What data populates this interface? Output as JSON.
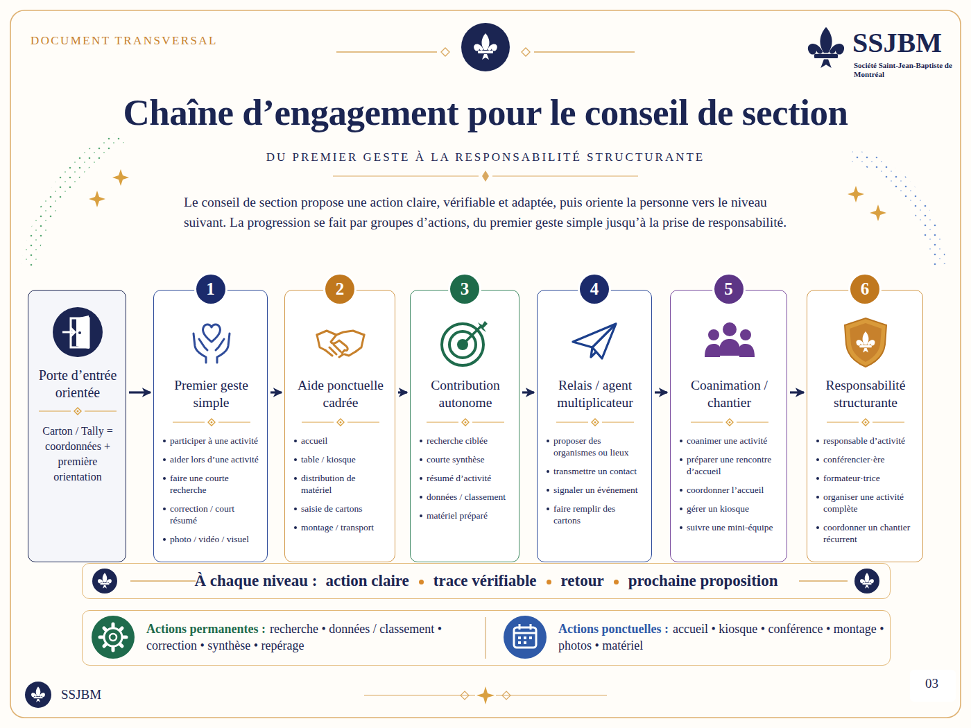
{
  "diagram": {
    "title": "Chaîne d’engagement pour le conseil de section",
    "nodes": [
      {
        "text": [
          "Porte d’entrée orientée",
          "Carton / Tally = coordonnées + première orientation"
        ]
      },
      {
        "text": [
          "1",
          "Premier geste simple",
          "participer à une activité",
          "aider lors d’une activité",
          "faire une courte recherche",
          "correction / court résumé",
          "photo / vidéo / visuel"
        ]
      },
      {
        "text": [
          "2",
          "Aide ponctuelle cadrée",
          "accueil",
          "table / kiosque",
          "distribution de matériel",
          "saisie de cartons",
          "montage / transport"
        ]
      },
      {
        "text": [
          "3",
          "Contribution autonome",
          "recherche ciblée",
          "courte synthèse",
          "résumé d’activité",
          "données / classement",
          "matériel préparé"
        ]
      },
      {
        "text": [
          "4",
          "Relais / agent multiplicateur",
          "proposer des organismes ou lieux",
          "transmettre un contact",
          "signaler un événement",
          "faire remplir des cartons"
        ]
      },
      {
        "text": [
          "5",
          "Coanimation / chantier",
          "coanimer une activité",
          "préparer une rencontre d’accueil",
          "coordonner l’accueil",
          "gérer un kiosque",
          "suivre une mini-équipe"
        ]
      },
      {
        "text": [
          "6",
          "Responsabilité structurante",
          "responsable d’activité",
          "conférencier·ère",
          "formateur·trice",
          "organiser une activité complète",
          "coordonner un chantier récurrent"
        ]
      },
      {
        "text": [
          "À chaque niveau :",
          "action claire",
          "trace vérifiable",
          "retour",
          "prochaine proposition"
        ]
      },
      {
        "text": [
          "Actions permanentes :",
          "recherche • données / classement • correction • synthèse • repérage",
          "Actions ponctuelles :",
          "accueil • kiosque • conférence • montage • photos • matériel"
        ]
      }
    ],
    "edges": [
      {
        "from": 0,
        "to": 1,
        "arrow": "to"
      },
      {
        "from": 1,
        "to": 2,
        "arrow": "to"
      },
      {
        "from": 2,
        "to": 3,
        "arrow": "to"
      },
      {
        "from": 3,
        "to": 4,
        "arrow": "to"
      },
      {
        "from": 4,
        "to": 5,
        "arrow": "to"
      },
      {
        "from": 5,
        "to": 6,
        "arrow": "to"
      }
    ],
    "labels": [
      "DOCUMENT TRANSVERSAL",
      "SSJBM",
      "Société Saint-Jean-Baptiste de Montréal",
      "DU PREMIER GESTE À LA RESPONSABILITÉ STRUCTURANTE",
      "Le conseil de section propose une action claire, vérifiable et adaptée, puis oriente la personne vers le niveau suivant. La progression se fait par groupes d’actions, du premier geste simple jusqu’à la prise de responsabilité.",
      "SSJBM",
      "03"
    ]
  }
}
